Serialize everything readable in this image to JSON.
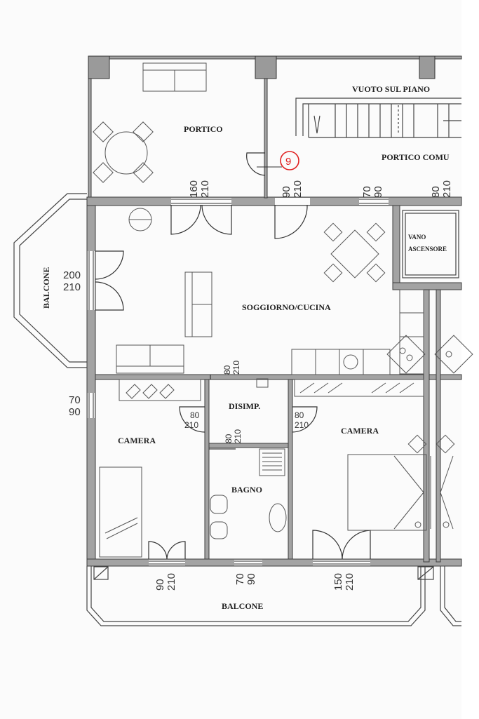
{
  "rooms": {
    "portico": "PORTICO",
    "vuoto_sul_piano": "VUOTO SUL PIANO",
    "portico_comune": "PORTICO COMU",
    "vano_ascensore_1": "VANO",
    "vano_ascensore_2": "ASCENSORE",
    "balcone_west": "BALCONE",
    "soggiorno_cucina": "SOGGIORNO/CUCINA",
    "disimp": "DISIMP.",
    "camera_left": "CAMERA",
    "camera_right": "CAMERA",
    "bagno": "BAGNO",
    "balcone_south": "BALCONE"
  },
  "marker": "9",
  "dimensions": {
    "portico_door": [
      "160",
      "210"
    ],
    "entrance_door": [
      "90",
      "210"
    ],
    "window_kitchen": [
      "70",
      "90"
    ],
    "lift_door": [
      "80",
      "210"
    ],
    "balcony_door": [
      "200",
      "210"
    ],
    "disimp_top": [
      "80",
      "210"
    ],
    "camera_left_door": [
      "80",
      "210"
    ],
    "bagno_door": [
      "80",
      "210"
    ],
    "camera_right_door": [
      "80",
      "210"
    ],
    "camera_left_window": [
      "70",
      "90"
    ],
    "camera_left_balcony": [
      "90",
      "210"
    ],
    "bagno_window": [
      "70",
      "90"
    ],
    "camera_right_balcony": [
      "150",
      "210"
    ]
  },
  "colors": {
    "wall": "#a3a3a3",
    "wall_outline": "#3c3c3c",
    "line": "#444444",
    "marker": "#e02020"
  }
}
